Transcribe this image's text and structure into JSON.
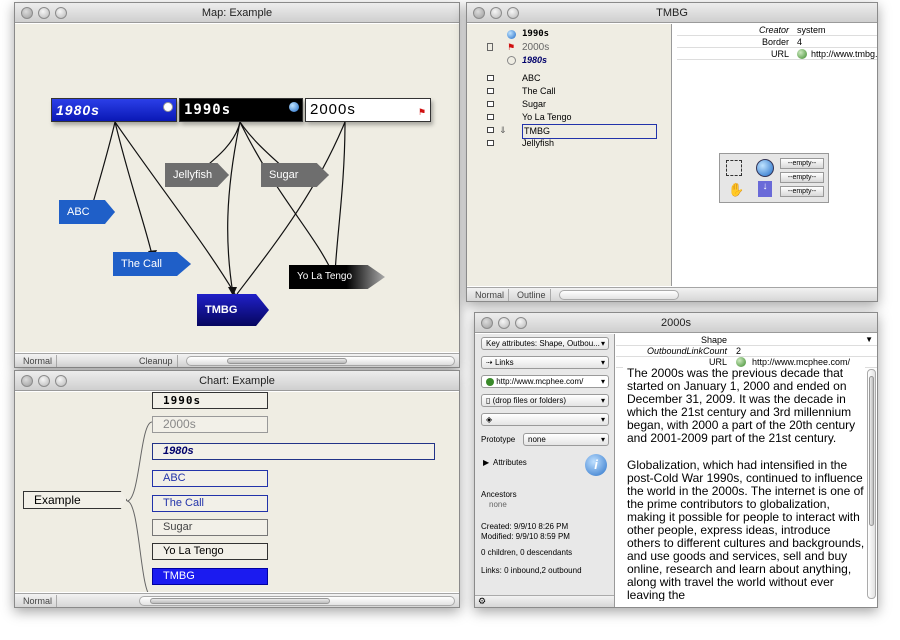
{
  "map_window": {
    "title": "Map: Example",
    "notes": {
      "n1980s": "1980s",
      "n1990s": "1990s",
      "n2000s": "2000s",
      "abc": "ABC",
      "the_call": "The Call",
      "jellyfish": "Jellyfish",
      "sugar": "Sugar",
      "tmbg": "TMBG",
      "yo_la_tengo": "Yo La Tengo"
    },
    "status": {
      "mode": "Normal",
      "cleanup": "Cleanup"
    }
  },
  "chart_window": {
    "title": "Chart: Example",
    "root": "Example",
    "items": [
      "1990s",
      "2000s",
      "1980s",
      "ABC",
      "The Call",
      "Sugar",
      "Yo La Tengo",
      "TMBG"
    ],
    "status": {
      "mode": "Normal"
    }
  },
  "tmbg_window": {
    "title": "TMBG",
    "outline": [
      "1990s",
      "2000s",
      "1980s",
      "ABC",
      "The Call",
      "Sugar",
      "Yo La Tengo",
      "TMBG",
      "Jellyfish"
    ],
    "attributes": [
      {
        "key": "Creator",
        "value": "system"
      },
      {
        "key": "Border",
        "value": "4"
      },
      {
        "key": "URL",
        "value": "http://www.tmbg."
      }
    ],
    "empty_label": "--empty--",
    "status": {
      "mode": "Normal",
      "view": "Outline"
    }
  },
  "inspector_window": {
    "title": "2000s",
    "key_attributes": "Key attributes: Shape, Outbou...",
    "links_label": "Links",
    "url_field": "http://www.mcphee.com/",
    "drop_files": "(drop files or folders)",
    "prototype_label": "Prototype",
    "prototype_value": "none",
    "attributes_label": "Attributes",
    "ancestors_label": "Ancestors",
    "ancestors_value": "none",
    "created": "Created: 9/9/10 8:26 PM",
    "modified": "Modified: 9/9/10 8:59 PM",
    "children": "0 children, 0 descendants",
    "links_count": "Links: 0 inbound,2 outbound",
    "attributes": [
      {
        "key": "Shape",
        "value": ""
      },
      {
        "key": "OutboundLinkCount",
        "value": "2"
      },
      {
        "key": "URL",
        "value": "http://www.mcphee.com/"
      }
    ],
    "text_p1": "The 2000s was the previous decade that started on January 1, 2000 and ended on December 31, 2009. It was the decade in which the 21st century and 3rd millennium began, with 2000 a part of the 20th century and 2001-2009 part of the 21st century.",
    "text_p2": "Globalization, which had intensified in the post-Cold War 1990s, continued to influence the world in the 2000s. The internet is one of the prime contributors to globalization, making it possible for people to interact with other people, express ideas, introduce others to different cultures and backgrounds, and use goods and services, sell and buy online, research and learn about anything, along with travel the world without ever leaving the"
  },
  "colors": {
    "canvas": "#efede3",
    "blue_note": "#1f5fc8",
    "black_note": "#000000",
    "dark_grey_note": "#6e6e6e",
    "deep_blue_note": "#0a0a8a",
    "selection_blue": "#1b1bf0"
  }
}
